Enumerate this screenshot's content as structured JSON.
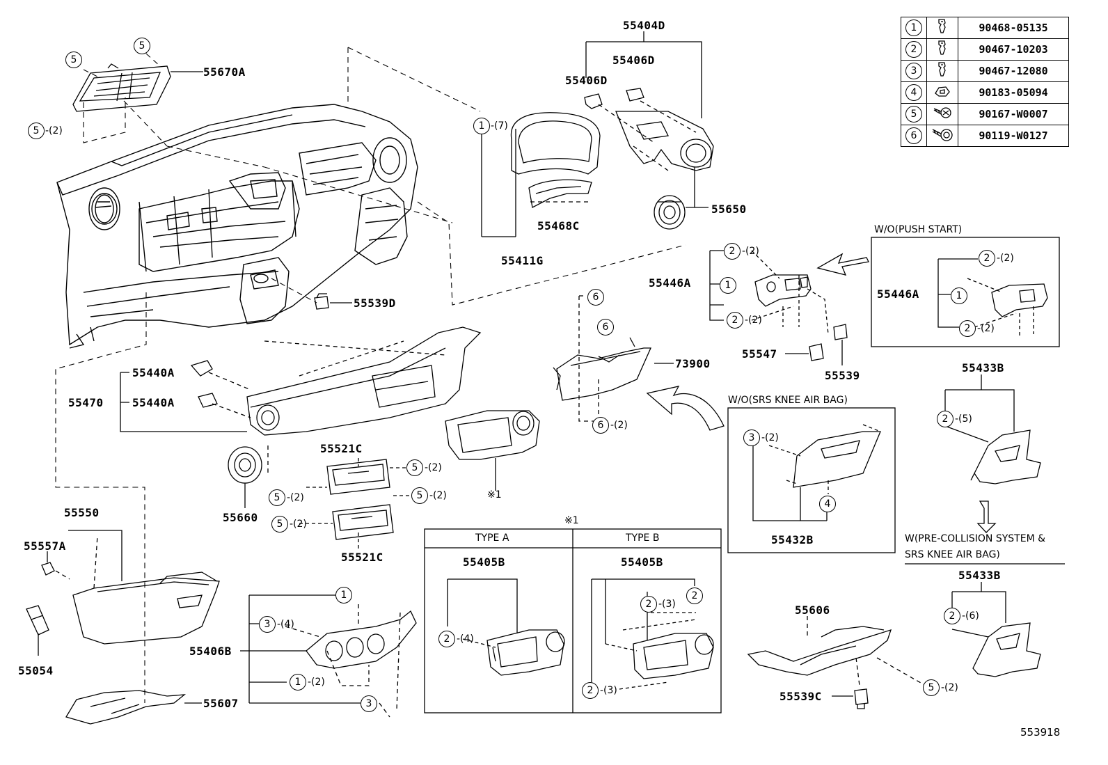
{
  "legend": [
    {
      "ref": "1",
      "part": "90468-05135",
      "icon": "clip-icon"
    },
    {
      "ref": "2",
      "part": "90467-10203",
      "icon": "clip-icon"
    },
    {
      "ref": "3",
      "part": "90467-12080",
      "icon": "clip-icon"
    },
    {
      "ref": "4",
      "part": "90183-05094",
      "icon": "nut-icon"
    },
    {
      "ref": "5",
      "part": "90167-W0007",
      "icon": "screw-icon"
    },
    {
      "ref": "6",
      "part": "90119-W0127",
      "icon": "bolt-icon"
    }
  ],
  "parts": {
    "p55404D": "55404D",
    "p55406D_a": "55406D",
    "p55406D_b": "55406D",
    "p55670A": "55670A",
    "p55650": "55650",
    "p55468C": "55468C",
    "p55411G": "55411G",
    "p55539D": "55539D",
    "p55446A": "55446A",
    "p55446A_b": "55446A",
    "p73900": "73900",
    "p55547": "55547",
    "p55539": "55539",
    "p55440A_a": "55440A",
    "p55440A_b": "55440A",
    "p55470": "55470",
    "p55521C_a": "55521C",
    "p55521C_b": "55521C",
    "p55660": "55660",
    "p55550": "55550",
    "p55557A": "55557A",
    "p55054": "55054",
    "p55406B": "55406B",
    "p55607": "55607",
    "p55405B_a": "55405B",
    "p55405B_b": "55405B",
    "p55432B": "55432B",
    "p55433B_a": "55433B",
    "p55433B_b": "55433B",
    "p55606": "55606",
    "p55539C": "55539C"
  },
  "labels": {
    "push_start": "W/O(PUSH START)",
    "srs_knee": "W/O(SRS KNEE AIR BAG)",
    "pre_collision_1": "W(PRE-COLLISION SYSTEM &",
    "pre_collision_2": "SRS KNEE AIR BAG)",
    "type_a": "TYPE A",
    "type_b": "TYPE B",
    "note_mark_a": "※1",
    "note_mark_b": "※1",
    "diagram_id": "553918"
  },
  "callouts": {
    "c1": "5",
    "c2": "5",
    "c3": "5",
    "q3": "-(2)",
    "c4": "1",
    "q4": "-(7)",
    "c5": "2",
    "q5": "-(2)",
    "c6": "1",
    "c7": "2",
    "q7": "-(2)",
    "c8": "2",
    "q8": "-(2)",
    "c9": "1",
    "c10": "2",
    "q10": "-(2)",
    "c11": "6",
    "c12": "6",
    "c13": "6",
    "q13": "-(2)",
    "c14": "5",
    "q14": "-(2)",
    "c15": "5",
    "q15": "-(2)",
    "c16": "5",
    "q16": "-(2)",
    "c17": "5",
    "q17": "-(2)",
    "c18": "3",
    "q18": "-(2)",
    "c19": "4",
    "c20": "2",
    "q20": "-(5)",
    "c21": "2",
    "q21": "-(6)",
    "c22": "1",
    "c23": "3",
    "q23": "-(4)",
    "c24": "1",
    "q24": "-(2)",
    "c25": "3",
    "c26": "2",
    "q26": "-(4)",
    "c27": "2",
    "q27": "-(3)",
    "c28": "2",
    "c29": "2",
    "q29": "-(3)",
    "c30": "5",
    "q30": "-(2)"
  }
}
